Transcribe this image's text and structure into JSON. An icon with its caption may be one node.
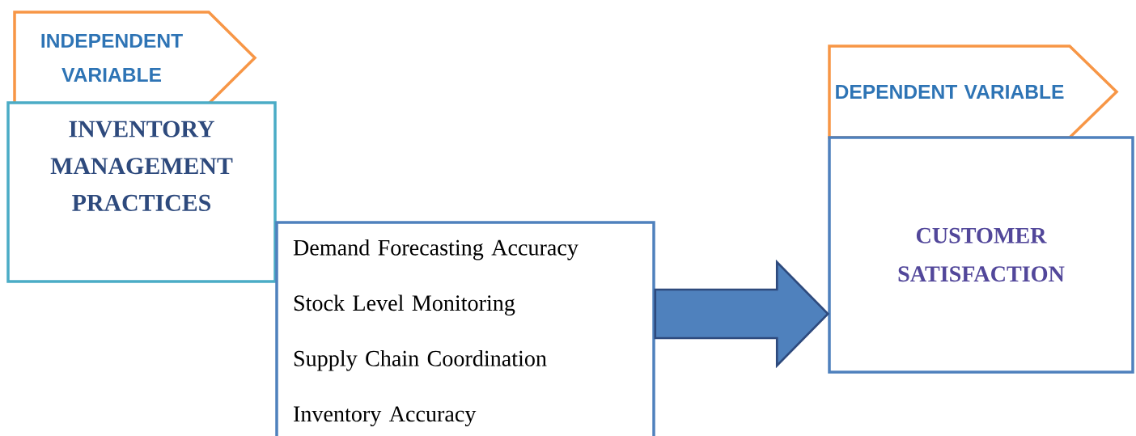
{
  "diagram": {
    "nodes": [
      {
        "text": [
          "INDEPENDENT VARIABLE"
        ]
      },
      {
        "text": [
          "INVENTORY MANAGEMENT PRACTICES"
        ]
      },
      {
        "text": [
          "Demand Forecasting Accuracy",
          "Stock Level Monitoring",
          "Supply Chain Coordination",
          "Inventory Accuracy"
        ]
      },
      {
        "text": [
          "DEPENDENT VARIABLE"
        ]
      },
      {
        "text": [
          "CUSTOMER SATISFACTION"
        ]
      }
    ],
    "edges": [
      {
        "from": 2,
        "to": 4,
        "arrow": "to"
      }
    ]
  }
}
